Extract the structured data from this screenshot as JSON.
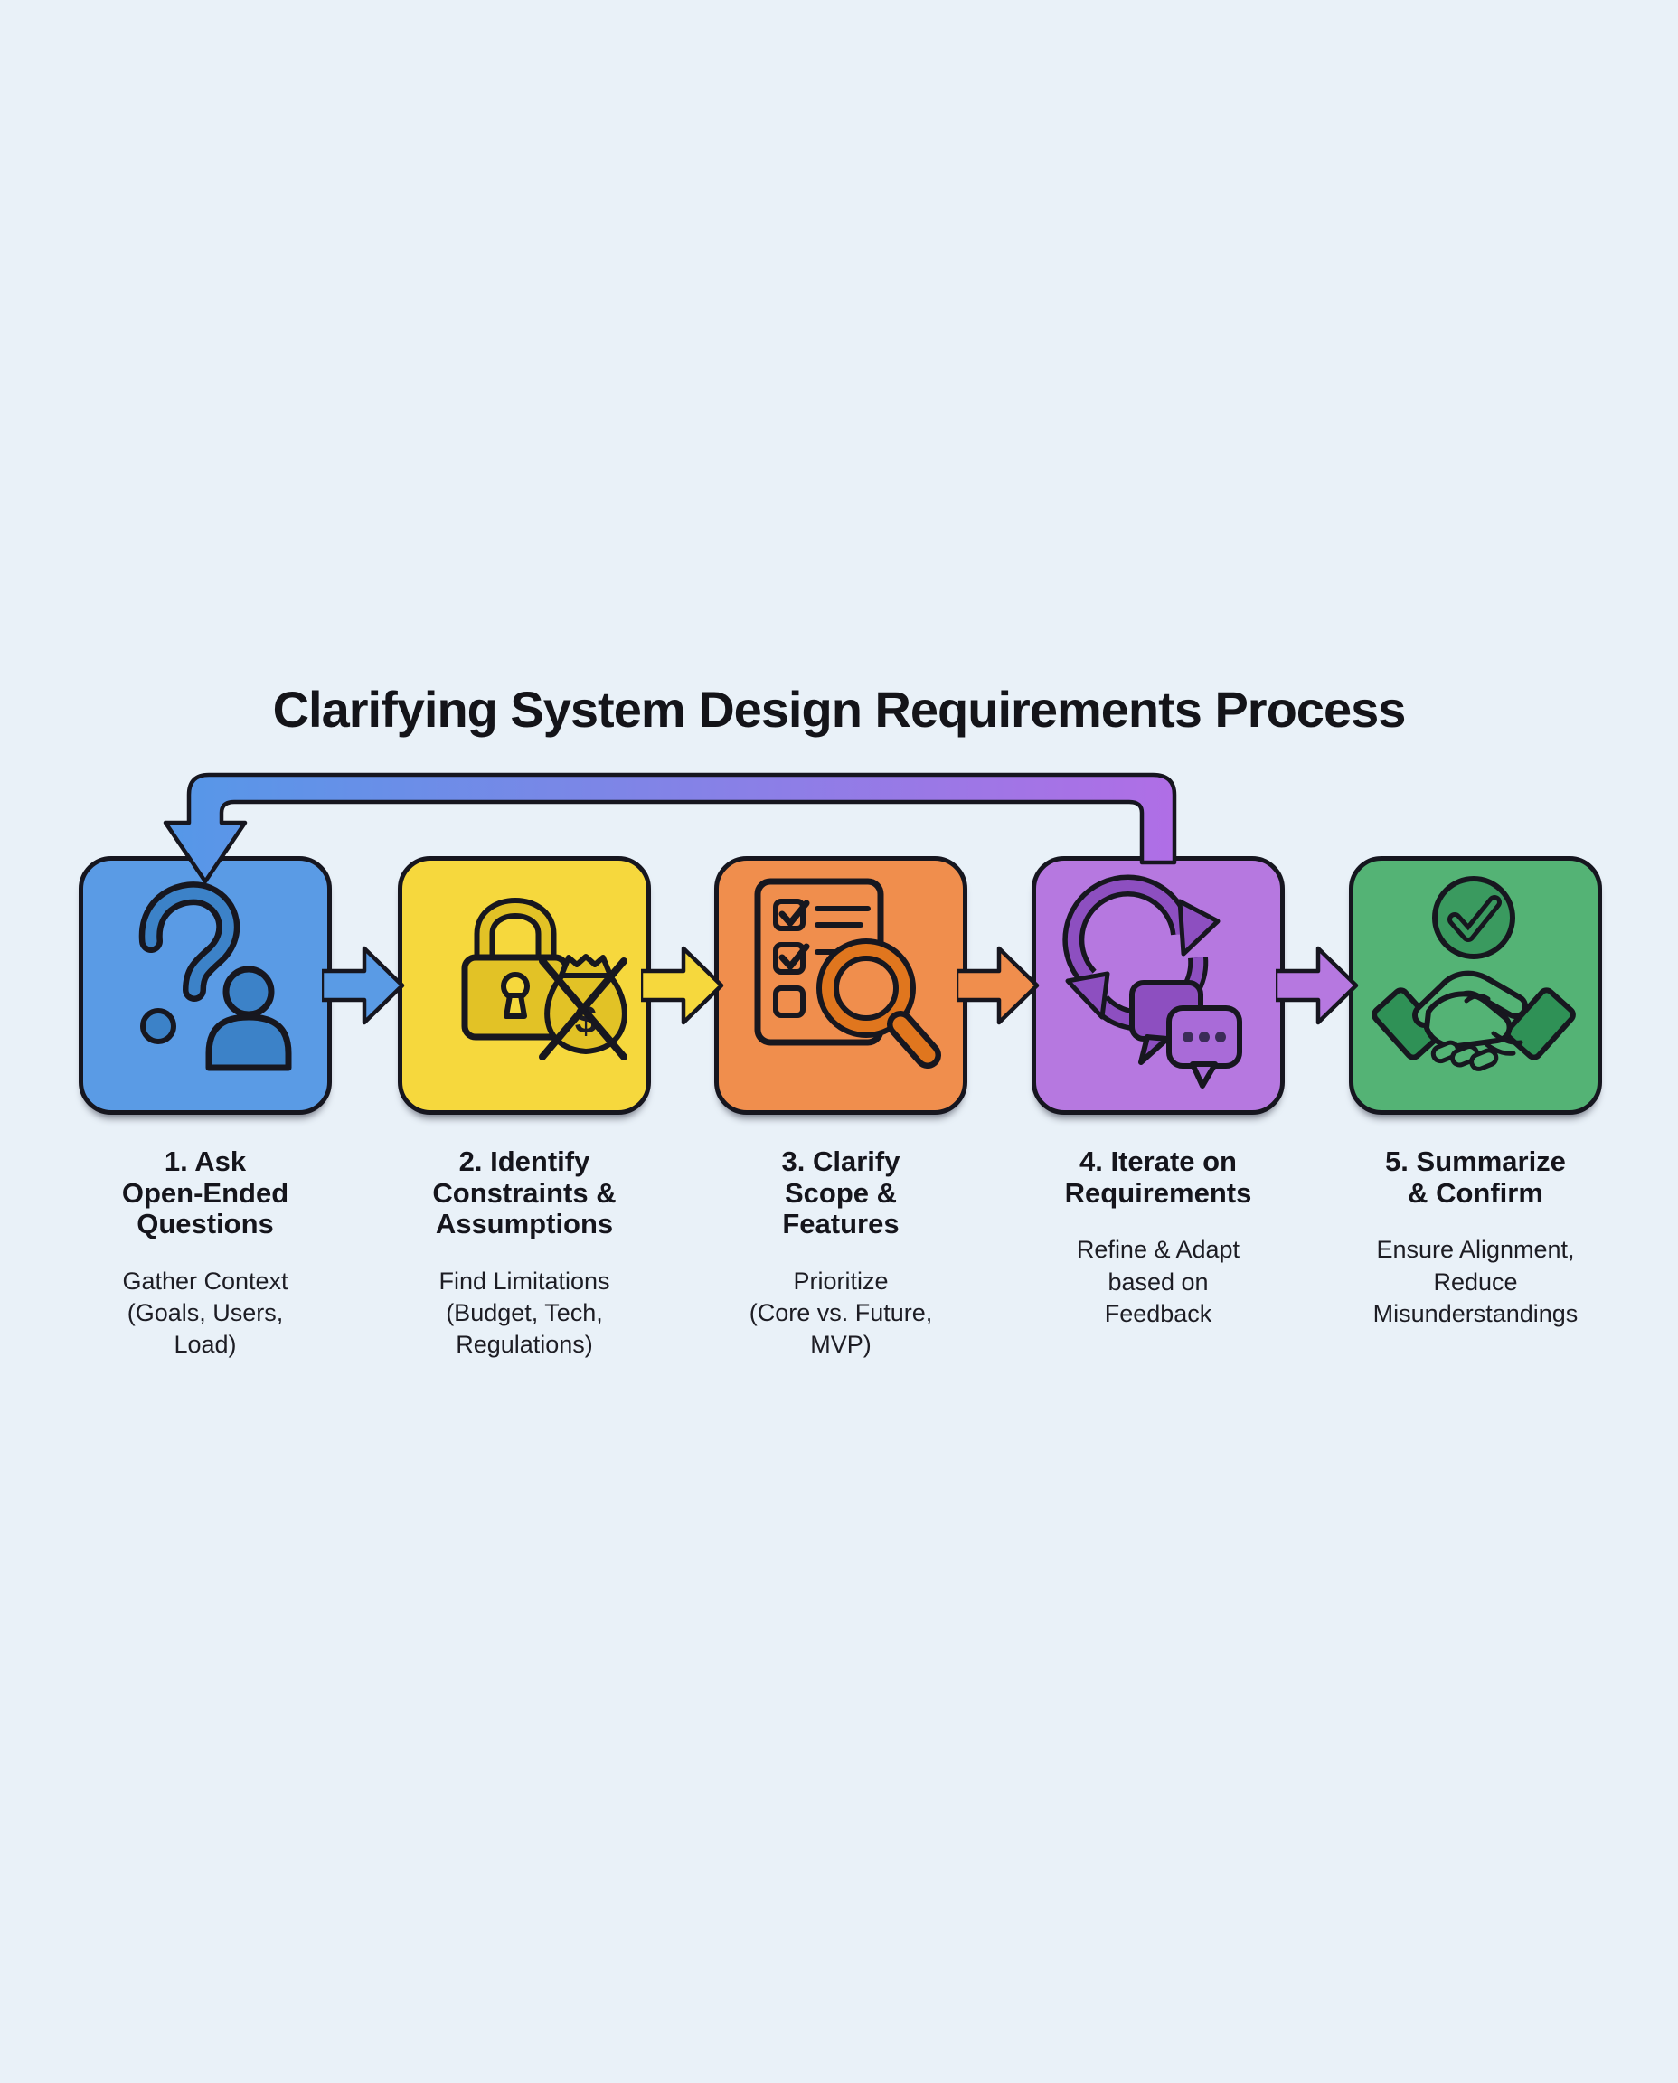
{
  "title": "Clarifying System Design Requirements Process",
  "background_color": "#e9f1f8",
  "outline_color": "#16161f",
  "feedback_arrow": {
    "gradient_start": "#5598e8",
    "gradient_end": "#b06ee6",
    "direction": "from step 4 back to step 1"
  },
  "steps": [
    {
      "heading": "1. Ask\nOpen-Ended\nQuestions",
      "sub": "Gather Context\n(Goals, Users,\nLoad)",
      "box_color": "#5a9be5",
      "icon_color": "#3c82c8",
      "icons": [
        "question-mark-icon",
        "user-icon"
      ]
    },
    {
      "heading": "2. Identify\nConstraints &\nAssumptions",
      "sub": "Find Limitations\n(Budget, Tech,\nRegulations)",
      "box_color": "#f6d83d",
      "icon_color": "#e2c226",
      "icons": [
        "padlock-icon",
        "no-money-bag-icon"
      ]
    },
    {
      "heading": "3. Clarify\nScope &\nFeatures",
      "sub": "Prioritize\n(Core vs. Future,\nMVP)",
      "box_color": "#f08e4d",
      "icon_color": "#e0761e",
      "icons": [
        "checklist-icon",
        "magnifier-icon"
      ]
    },
    {
      "heading": "4. Iterate on\nRequirements",
      "sub": "Refine & Adapt\nbased on\nFeedback",
      "box_color": "#b678e0",
      "icon_color": "#8d4fc0",
      "icons": [
        "cycle-arrows-icon",
        "chat-bubbles-icon"
      ]
    },
    {
      "heading": "5. Summarize\n& Confirm",
      "sub": "Ensure Alignment,\nReduce\nMisunderstandings",
      "box_color": "#54b375",
      "icon_color": "#2f9156",
      "icons": [
        "check-circle-icon",
        "handshake-icon"
      ]
    }
  ]
}
